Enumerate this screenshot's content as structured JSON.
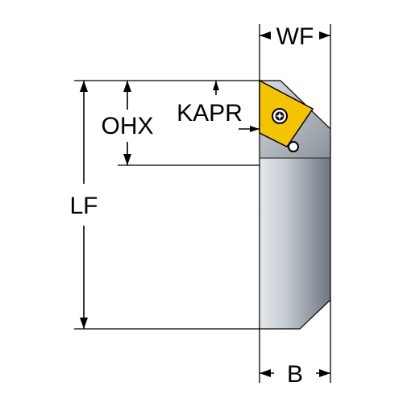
{
  "labels": {
    "wf": "WF",
    "ohx": "OHX",
    "kapr": "KAPR",
    "lf": "LF",
    "b": "B"
  },
  "colors": {
    "insert": "#F5C400",
    "holder_light": "#C8CDD3",
    "holder_dark": "#5E6670",
    "outline": "#000000",
    "screw": "#111111"
  },
  "icons": {
    "screw": "torx-screw-icon",
    "clamp_hole": "clamp-hole-icon"
  }
}
